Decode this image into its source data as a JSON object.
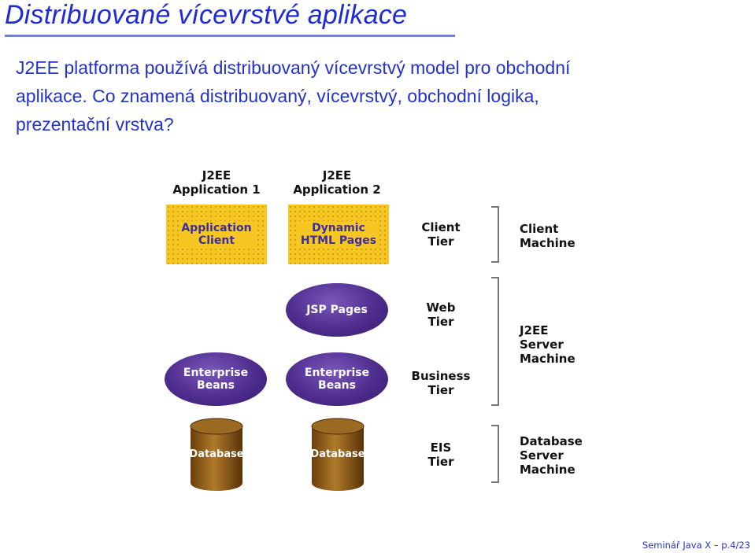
{
  "slide": {
    "title": "Distribuované vícevrstvé aplikace",
    "body_lines": [
      "J2EE platforma používá distribuovaný vícevrstvý model pro obchodní",
      "aplikace. Co znamená distribuovaný, vícevrstvý, obchodní logika,",
      "prezentační vrstva?"
    ],
    "footer": "Seminář Java X – p.4/23"
  },
  "diagram": {
    "applications": [
      {
        "line1": "J2EE",
        "line2": "Application 1"
      },
      {
        "line1": "J2EE",
        "line2": "Application 2"
      }
    ],
    "client_boxes": [
      {
        "line1": "Application",
        "line2": "Client"
      },
      {
        "line1": "Dynamic",
        "line2": "HTML Pages"
      }
    ],
    "jsp": "JSP Pages",
    "beans": [
      {
        "line1": "Enterprise",
        "line2": "Beans"
      },
      {
        "line1": "Enterprise",
        "line2": "Beans"
      }
    ],
    "databases": [
      "Database",
      "Database"
    ],
    "tiers": [
      {
        "line1": "Client",
        "line2": "Tier"
      },
      {
        "line1": "Web",
        "line2": "Tier"
      },
      {
        "line1": "Business",
        "line2": "Tier"
      },
      {
        "line1": "EIS",
        "line2": "Tier"
      }
    ],
    "machines": [
      {
        "lines": [
          "Client",
          "Machine"
        ]
      },
      {
        "lines": [
          "J2EE",
          "Server",
          "Machine"
        ]
      },
      {
        "lines": [
          "Database",
          "Server",
          "Machine"
        ]
      }
    ],
    "colors": {
      "box_fill": "#f6c623",
      "oval_fill": "#4f2d8f",
      "db_fill": "#8a5a14",
      "title_blue": "#1e2bd6"
    }
  }
}
